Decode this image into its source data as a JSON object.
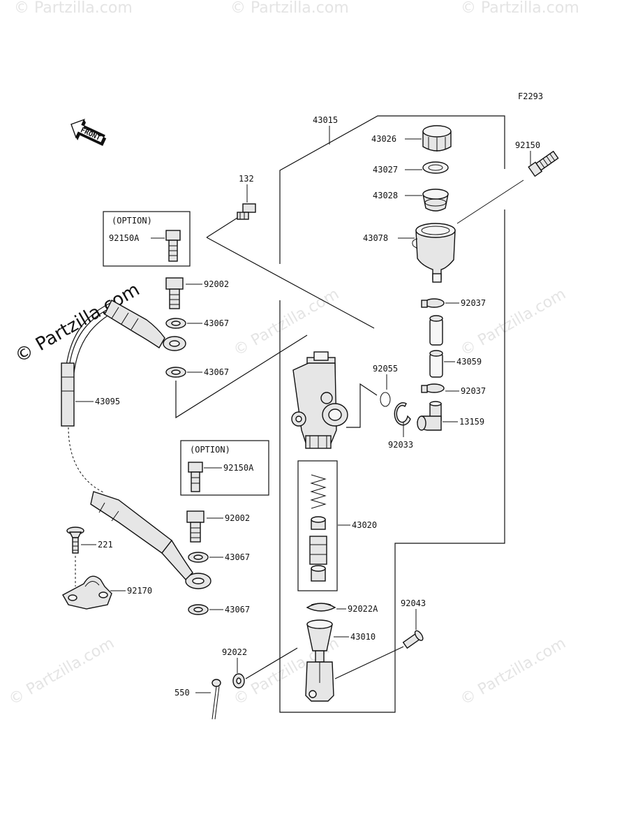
{
  "diagram": {
    "code": "F2293",
    "front_label": "FRONT",
    "option_label": "(OPTION)",
    "watermark_side": "© Partzilla.com",
    "watermark": "© Partzilla.com",
    "parts": {
      "p43015": "43015",
      "p43026": "43026",
      "p43027": "43027",
      "p43028": "43028",
      "p43078": "43078",
      "p92150": "92150",
      "p132": "132",
      "p92150A_1": "92150A",
      "p92002_1": "92002",
      "p43067_1": "43067",
      "p43067_2": "43067",
      "p43095": "43095",
      "p92037_1": "92037",
      "p43059": "43059",
      "p92037_2": "92037",
      "p13159": "13159",
      "p92055": "92055",
      "p92033": "92033",
      "p92150A_2": "92150A",
      "p92002_2": "92002",
      "p43067_3": "43067",
      "p43067_4": "43067",
      "p43020": "43020",
      "p221": "221",
      "p92170": "92170",
      "p92022A": "92022A",
      "p43010": "43010",
      "p92043": "92043",
      "p92022": "92022",
      "p550": "550"
    }
  }
}
